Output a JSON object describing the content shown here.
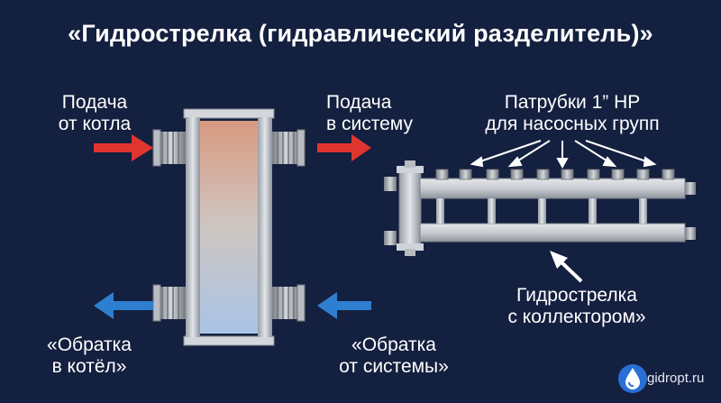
{
  "title": "«Гидрострелка (гидравлический разделитель)»",
  "labels": {
    "supply_from_boiler": [
      "Подача",
      "от котла"
    ],
    "supply_to_system": [
      "Подача",
      "в систему"
    ],
    "return_to_boiler": [
      "«Обратка",
      "в котёл»"
    ],
    "return_from_system": [
      "«Обратка",
      "от системы»"
    ],
    "fittings": [
      "Патрубки 1” НР",
      "для насосных групп"
    ],
    "manifold": [
      "Гидрострелка",
      "с коллектором»"
    ]
  },
  "logo": {
    "text": "gidropt.ru",
    "icon": "water-drop-icon"
  },
  "colors": {
    "background": "#14203f",
    "arrow_hot": "#e0352f",
    "arrow_cold": "#2f7fd0",
    "pointer": "#ffffff",
    "metal": "#c7cbd1"
  }
}
